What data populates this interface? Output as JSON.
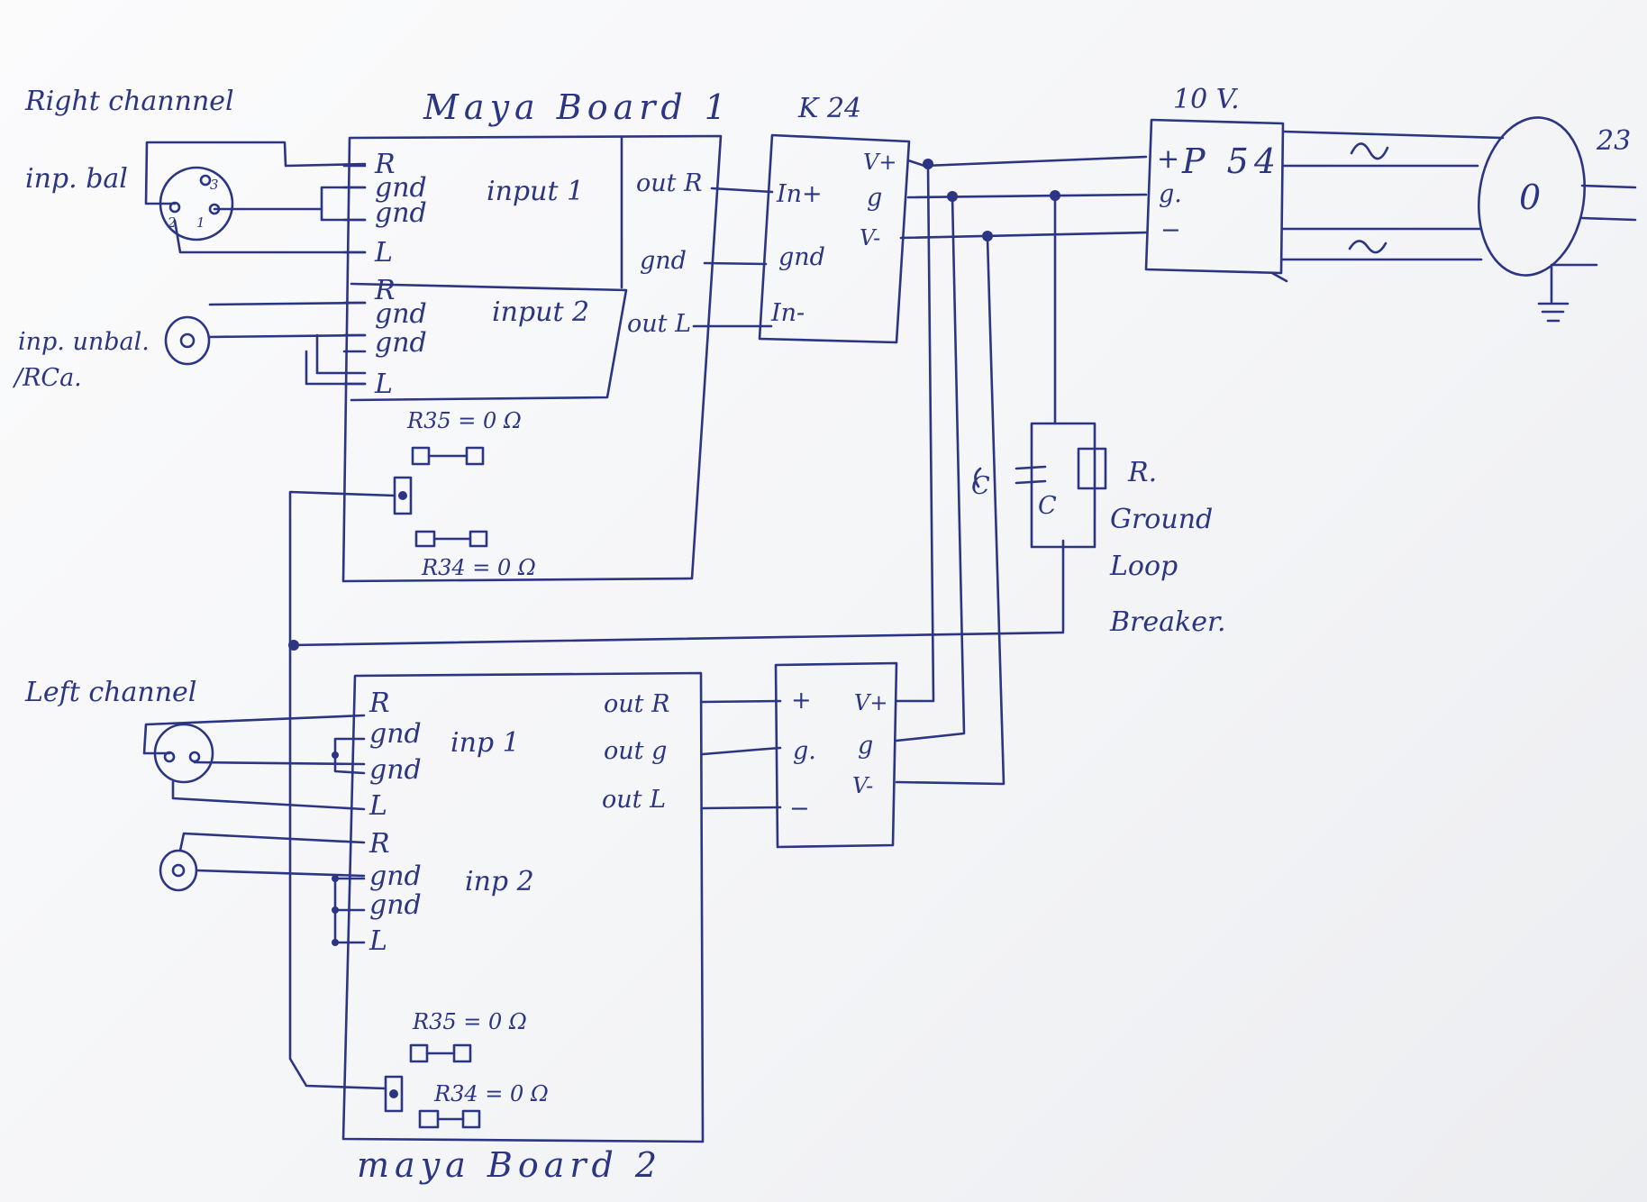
{
  "channels": {
    "right": "Right channnel",
    "left": "Left channel"
  },
  "inputs": {
    "balanced": "inp. bal",
    "unbalanced_line1": "inp. unbal.",
    "unbalanced_line2": "/RCa.",
    "xlr_pin1": "1",
    "xlr_pin2": "2",
    "xlr_pin3": "3"
  },
  "board1": {
    "title": "Maya Board 1",
    "pin_r1": "R",
    "pin_gnd1": "gnd",
    "pin_gnd2": "gnd",
    "pin_l1": "L",
    "pin_r2": "R",
    "pin_gnd3": "gnd",
    "pin_gnd4": "gnd",
    "pin_l2": "L",
    "input1": "input 1",
    "input2": "input 2",
    "out_r": "out R",
    "out_gnd": "gnd",
    "out_l": "out L",
    "r35": "R35 = 0 Ω",
    "r34": "R34 = 0 Ω"
  },
  "board2": {
    "title": "maya Board 2",
    "pin_r1": "R",
    "pin_gnd1": "gnd",
    "pin_gnd2": "gnd",
    "pin_l1": "L",
    "pin_r2": "R",
    "pin_gnd3": "gnd",
    "pin_gnd4": "gnd",
    "pin_l2": "L",
    "inp1": "inp 1",
    "inp2": "inp 2",
    "out_r": "out R",
    "out_g": "out g",
    "out_l": "out L",
    "r35": "R35 = 0 Ω",
    "r34": "R34 = 0 Ω"
  },
  "amp1": {
    "label": "K 24",
    "in_plus": "In+",
    "in_gnd": "gnd",
    "in_minus": "In-",
    "v_plus": "V+",
    "g": "g",
    "v_minus": "V-"
  },
  "amp2": {
    "plus": "+",
    "g": "g.",
    "minus": "−",
    "v_plus": "V+",
    "g_out": "g",
    "v_minus": "V-"
  },
  "psu": {
    "voltage": "10 V.",
    "name": "P 54",
    "plus": "+",
    "g": "g.",
    "minus": "−",
    "ac_top": "~",
    "ac_bottom": "~"
  },
  "transformer": {
    "symbol": "0",
    "mains": "23"
  },
  "gnd_breaker": {
    "c_label": "C",
    "c_small": "C",
    "r_label": "R.",
    "line1": "Ground",
    "line2": "Loop",
    "line3": "Breaker."
  }
}
